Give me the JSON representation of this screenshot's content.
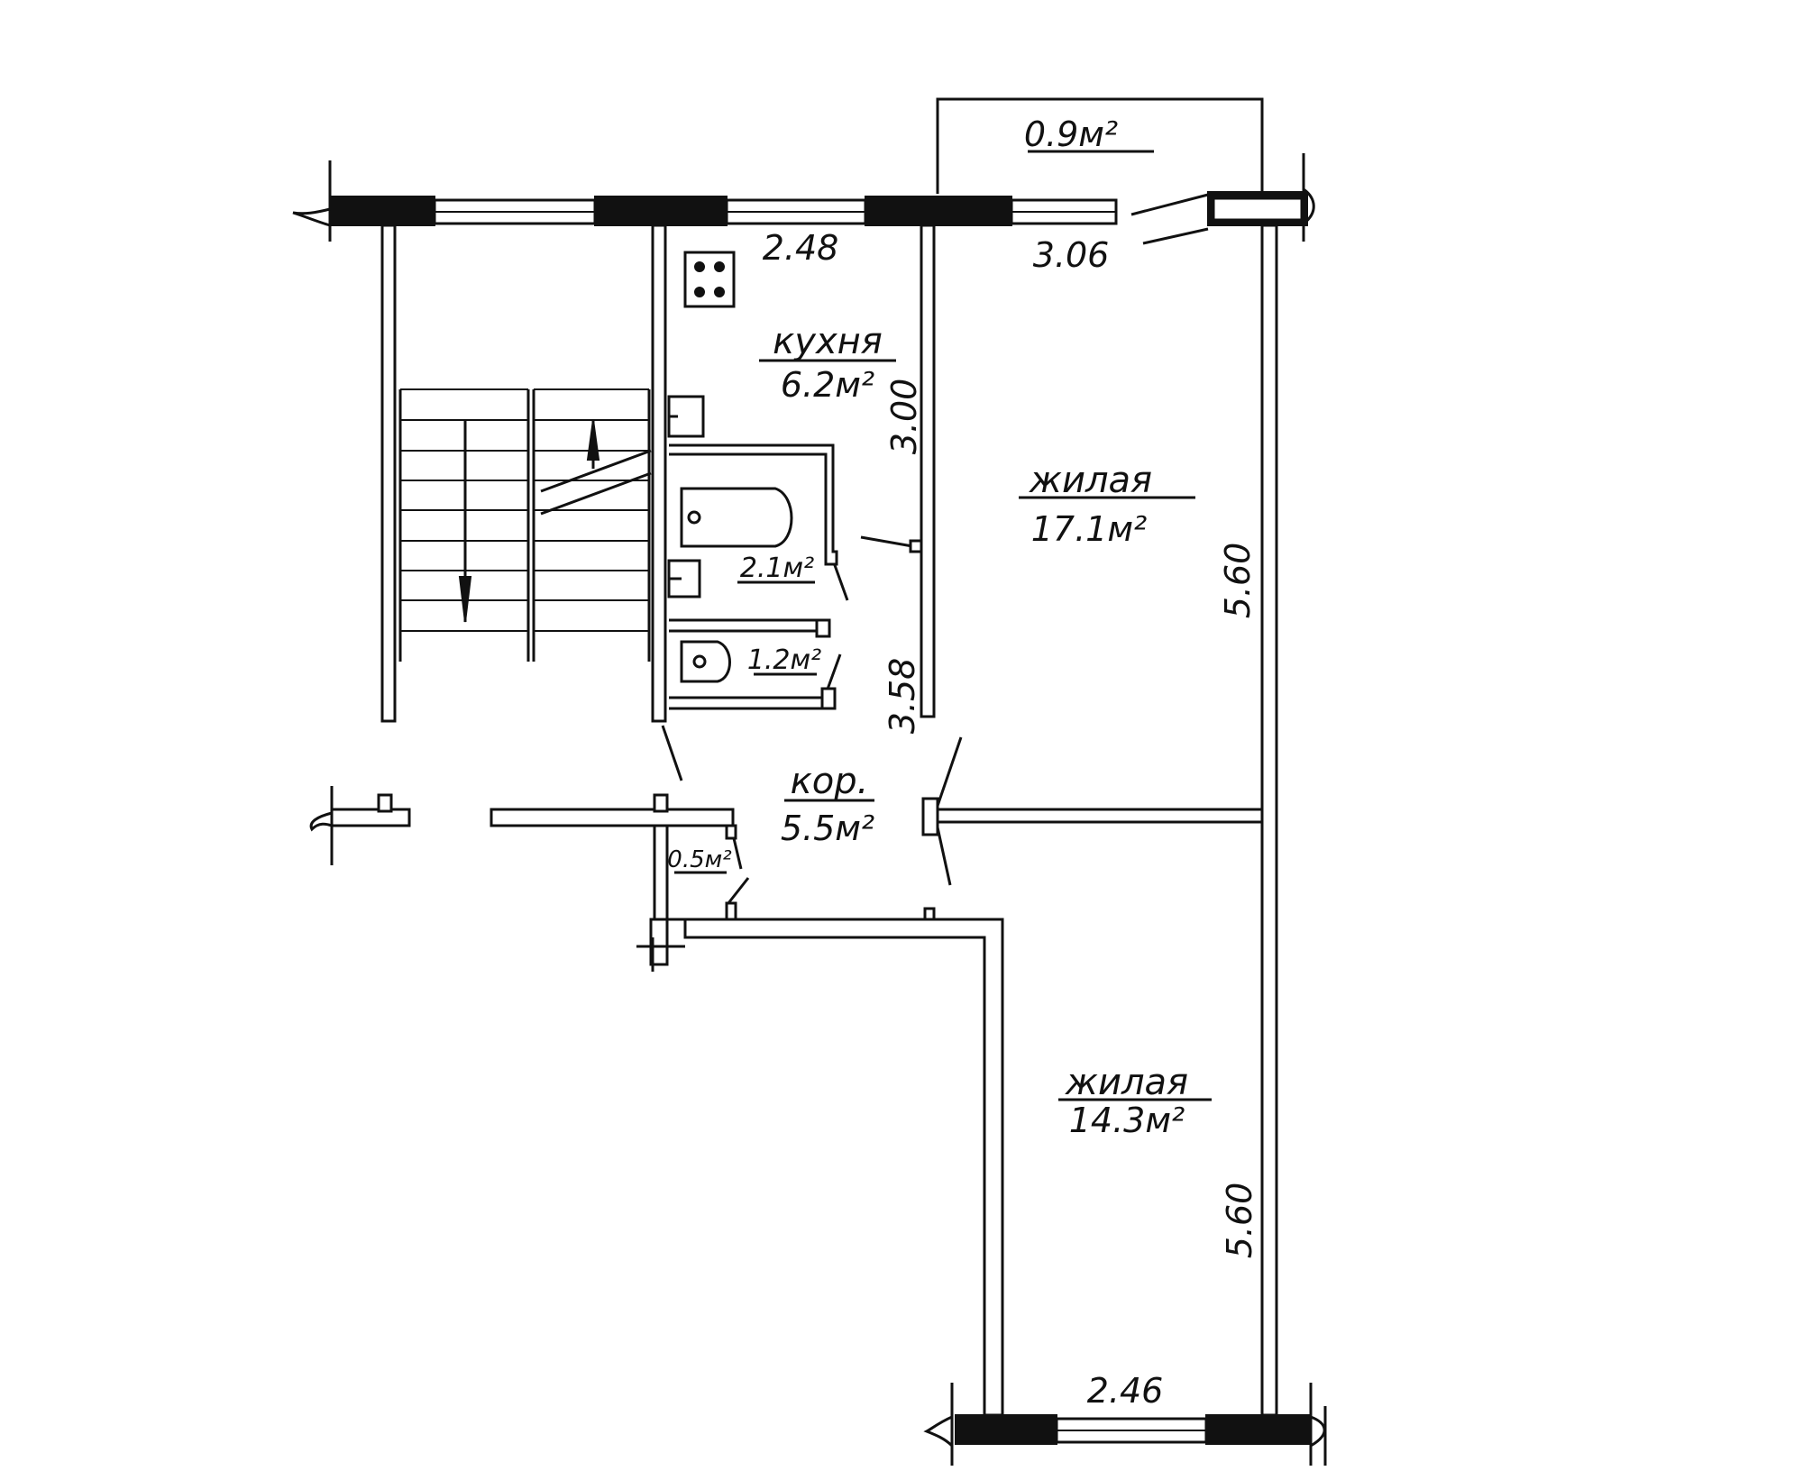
{
  "rooms": {
    "balcony": {
      "area": "0.9м²"
    },
    "kitchen": {
      "name": "кухня",
      "area": "6.2м²"
    },
    "living_north": {
      "name": "жилая",
      "area": "17.1м²"
    },
    "bathroom": {
      "area": "2.1м²"
    },
    "toilet": {
      "area": "1.2м²"
    },
    "corridor": {
      "name": "кор.",
      "area": "5.5м²"
    },
    "closet": {
      "area": "0.5м²"
    },
    "living_south": {
      "name": "жилая",
      "area": "14.3м²"
    }
  },
  "dimensions": {
    "kitchen_width": "2.48",
    "living_north_width": "3.06",
    "kitchen_length": "3.00",
    "corridor_length": "3.58",
    "living_north_length": "5.60",
    "living_south_length": "5.60",
    "living_south_width": "2.46"
  },
  "colors": {
    "ink": "#111111",
    "paper": "#ffffff"
  }
}
